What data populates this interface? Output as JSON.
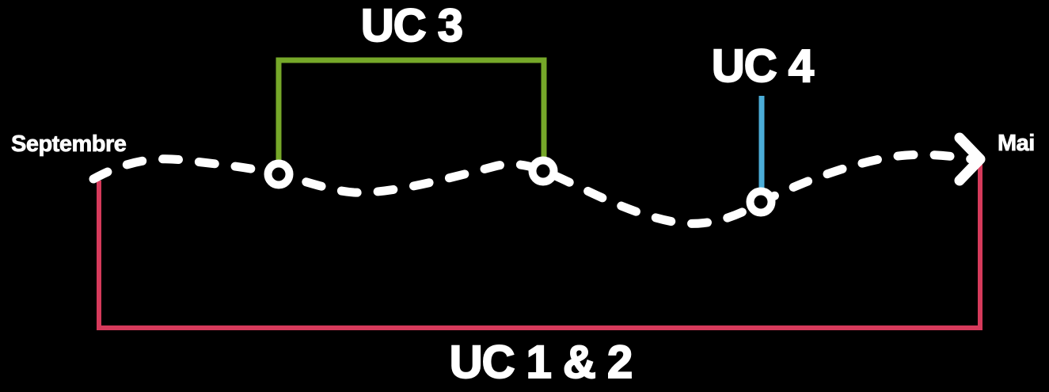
{
  "colors": {
    "background": "#000000",
    "timeline_white": "#ffffff",
    "uc3_green": "#76a829",
    "uc4_blue": "#4badd8",
    "uc12_red": "#d63a5b"
  },
  "timeline": {
    "start_label": "Septembre",
    "end_label": "Mai"
  },
  "phases": {
    "uc3": {
      "label": "UC 3",
      "color": "#76a829"
    },
    "uc4": {
      "label": "UC 4",
      "color": "#4badd8"
    },
    "uc12": {
      "label": "UC 1 & 2",
      "color": "#d63a5b"
    }
  }
}
